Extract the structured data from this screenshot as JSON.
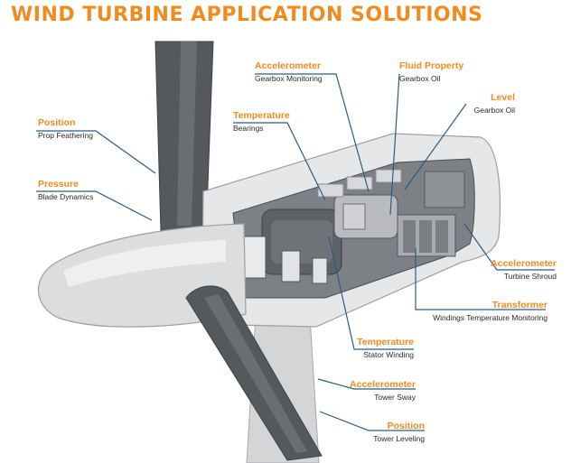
{
  "title": "WIND TURBINE APPLICATION SOLUTIONS",
  "colors": {
    "accent": "#f28a1e",
    "leader": "#2b5c87",
    "blade": "#5a5d61",
    "nacelle": "#e6e7e8",
    "hub": "#dcdddf",
    "interior": "#7d8084"
  },
  "callouts": [
    {
      "id": "position-prop",
      "name": "Position",
      "desc": "Prop Feathering"
    },
    {
      "id": "pressure-blade",
      "name": "Pressure",
      "desc": "Blade Dynamics"
    },
    {
      "id": "temperature-bearings",
      "name": "Temperature",
      "desc": "Bearings"
    },
    {
      "id": "accelerometer-gearbox",
      "name": "Accelerometer",
      "desc": "Gearbox Monitoring"
    },
    {
      "id": "fluid-property",
      "name": "Fluid Property",
      "desc": "Gearbox Oil"
    },
    {
      "id": "level-oil",
      "name": "Level",
      "desc": "Gearbox Oil"
    },
    {
      "id": "accelerometer-shroud",
      "name": "Accelerometer",
      "desc": "Turbine Shroud"
    },
    {
      "id": "transformer",
      "name": "Transformer",
      "desc": "Windings Temperature Monitoring"
    },
    {
      "id": "temperature-stator",
      "name": "Temperature",
      "desc": "Stator Winding"
    },
    {
      "id": "accelerometer-tower",
      "name": "Accelerometer",
      "desc": "Tower Sway"
    },
    {
      "id": "position-tower",
      "name": "Position",
      "desc": "Tower Leveling"
    }
  ]
}
